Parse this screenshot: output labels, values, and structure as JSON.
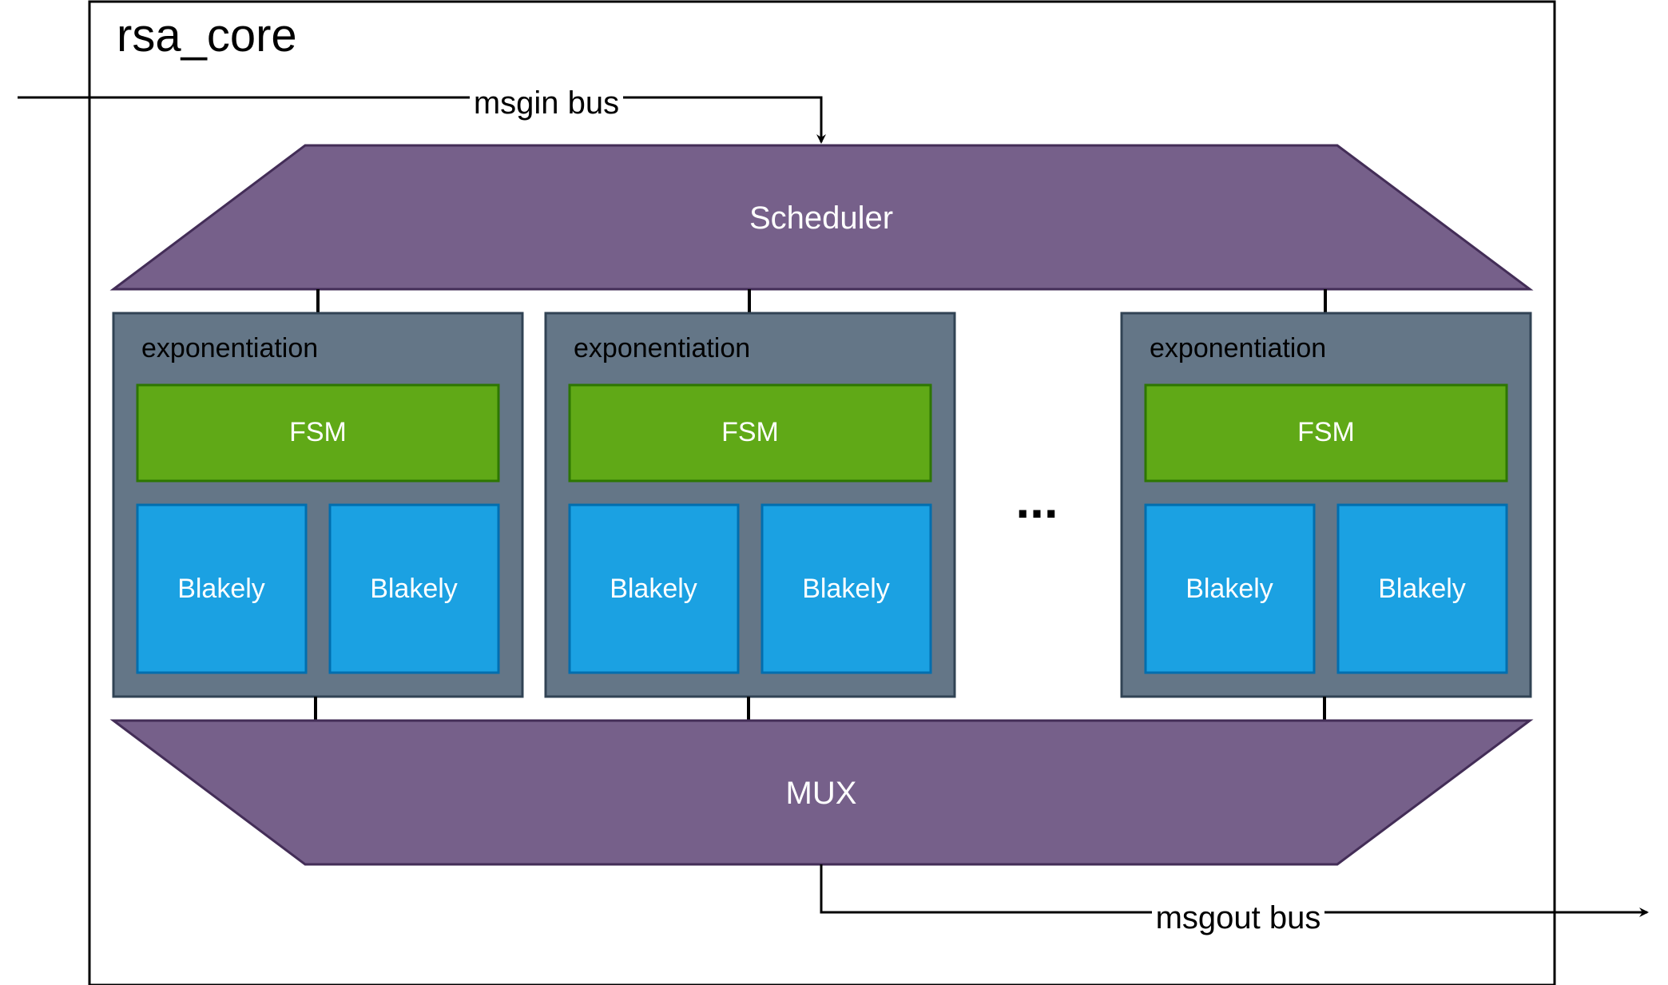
{
  "container": {
    "title": "rsa_core"
  },
  "buses": {
    "input_label": "msgin bus",
    "output_label": "msgout bus"
  },
  "scheduler": {
    "label": "Scheduler"
  },
  "mux": {
    "label": "MUX"
  },
  "modules": [
    {
      "label": "exponentiation",
      "fsm": "FSM",
      "units": [
        "Blakely",
        "Blakely"
      ]
    },
    {
      "label": "exponentiation",
      "fsm": "FSM",
      "units": [
        "Blakely",
        "Blakely"
      ]
    },
    {
      "label": "exponentiation",
      "fsm": "FSM",
      "units": [
        "Blakely",
        "Blakely"
      ]
    }
  ],
  "ellipsis": "...",
  "colors": {
    "trapezoid_fill": "#76608a",
    "trapezoid_stroke": "#432d57",
    "module_fill": "#647687",
    "module_stroke": "#314354",
    "fsm_fill": "#60a917",
    "fsm_stroke": "#2d7600",
    "blakely_fill": "#1ba1e2",
    "blakely_stroke": "#006eaf"
  }
}
